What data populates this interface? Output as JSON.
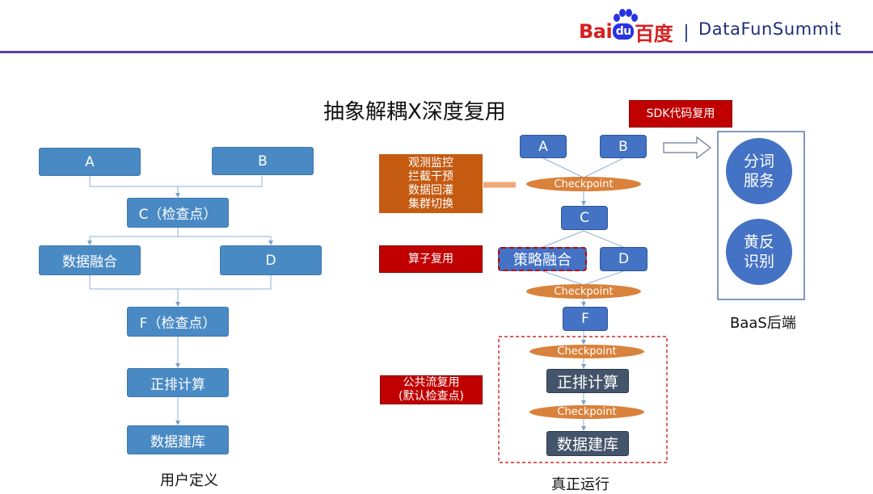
{
  "header": {
    "logo_baidu_left": "Bai",
    "logo_baidu_du": "du",
    "logo_baidu_right": "百度",
    "logo_datafun": "DataFunSummit"
  },
  "title": "抽象解耦X深度复用",
  "left_flow": {
    "nodes": {
      "a": "A",
      "b": "B",
      "c": "C（检查点）",
      "fusion": "数据融合",
      "d": "D",
      "f": "F（检查点）",
      "rank": "正排计算",
      "build": "数据建库"
    },
    "caption": "用户定义"
  },
  "right_flow": {
    "nodes": {
      "a": "A",
      "b": "B",
      "checkpoint": "Checkpoint",
      "c": "C",
      "strategy": "策略融合",
      "d": "D",
      "f": "F",
      "rank": "正排计算",
      "build": "数据建库"
    },
    "caption": "真正运行"
  },
  "labels": {
    "sdk_reuse": "SDK代码复用",
    "observe": [
      "观测监控",
      "拦截干预",
      "数据回灌",
      "集群切换"
    ],
    "operator_reuse": "算子复用",
    "public_stream_line1": "公共流复用",
    "public_stream_line2": "(默认检查点)"
  },
  "baas": {
    "service_line1": "分词",
    "service_line2": "服务",
    "anti_line1": "黄反",
    "anti_line2": "识别",
    "caption": "BaaS后端"
  },
  "colors": {
    "header_rule": "#5b3fa8",
    "left_box": "#4a8ac4",
    "right_box": "#4472c4",
    "dark_box": "#44546a",
    "checkpoint": "#d9823b",
    "red_label": "#c00000",
    "orange_label": "#c55a11"
  }
}
